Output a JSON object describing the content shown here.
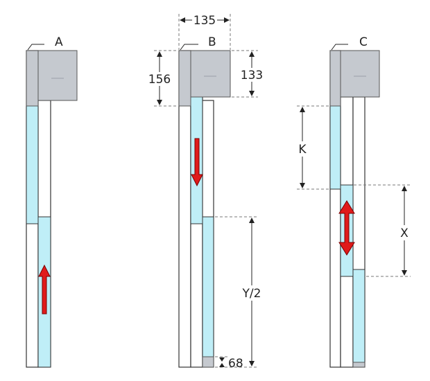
{
  "diagram": {
    "labels": {
      "a": "A",
      "b": "B",
      "c": "C"
    },
    "dimensions": {
      "width_top": "135",
      "height_left": "156",
      "height_right": "133",
      "gap": "K",
      "travel": "X",
      "half_travel": "Y/2",
      "bottom": "68"
    },
    "colors": {
      "fill_blue": "#bfeef7",
      "casing_grey": "#c5c9cf",
      "arrow_red": "#e01b1b"
    }
  }
}
